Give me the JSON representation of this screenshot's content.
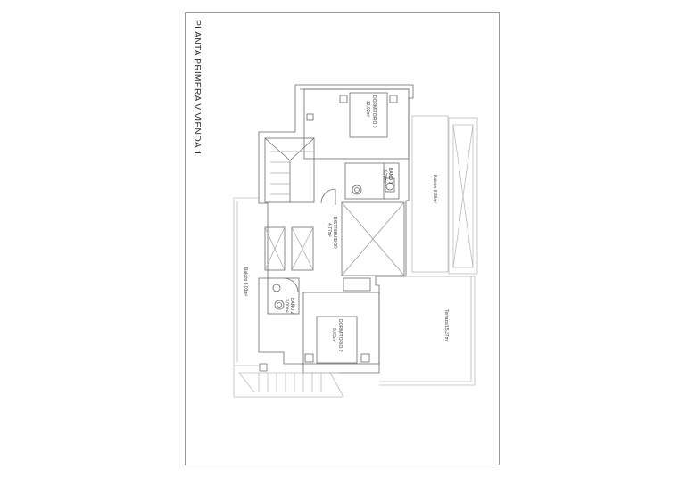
{
  "plan": {
    "title": "PLANTA PRIMERA VIVIENDA 1",
    "line_color": "#555555",
    "light_line_color": "#b5b5b5",
    "rooms": [
      {
        "id": "dormitorio-3",
        "name": "DORMITORIO 3",
        "area": "12,02m²"
      },
      {
        "id": "bano-3",
        "name": "BAÑO 3",
        "area": "3,20m²"
      },
      {
        "id": "distribuidor",
        "name": "DISTRIBUIDOR",
        "area": "4,77m²"
      },
      {
        "id": "balcon-right",
        "name": "Balcón 9,36m²"
      },
      {
        "id": "terraza",
        "name": "Terraza 15,27m²"
      },
      {
        "id": "balcon-left",
        "name": "Balcón 6,03m²"
      },
      {
        "id": "bano-2",
        "name": "BAÑO 2",
        "area": "3,00m²"
      },
      {
        "id": "dormitorio-2",
        "name": "DORMITORIO 2",
        "area": "9,03m²"
      }
    ]
  }
}
